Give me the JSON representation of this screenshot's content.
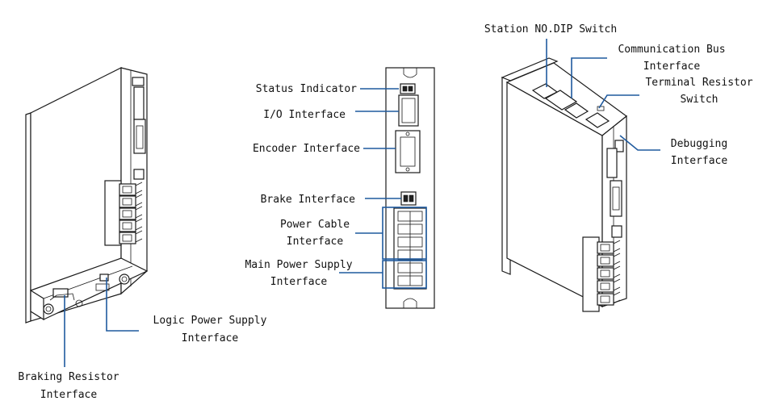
{
  "colors": {
    "line": "#1a1a1a",
    "leader": "#1f5a9e",
    "background": "#ffffff"
  },
  "labels": {
    "status_indicator": "Status Indicator",
    "io_interface": "I/O Interface",
    "encoder_interface": "Encoder Interface",
    "brake_interface": "Brake Interface",
    "power_cable_1": "Power Cable",
    "power_cable_2": "Interface",
    "main_power_1": "Main Power Supply",
    "main_power_2": "Interface",
    "logic_power_1": "Logic Power Supply",
    "logic_power_2": "Interface",
    "braking_resistor_1": "Braking Resistor",
    "braking_resistor_2": "Interface",
    "station_dip": "Station NO.DIP Switch",
    "comm_bus_1": "Communication Bus",
    "comm_bus_2": "Interface",
    "terminal_resistor_1": "Terminal Resistor",
    "terminal_resistor_2": "Switch",
    "debugging_1": "Debugging",
    "debugging_2": "Interface"
  }
}
